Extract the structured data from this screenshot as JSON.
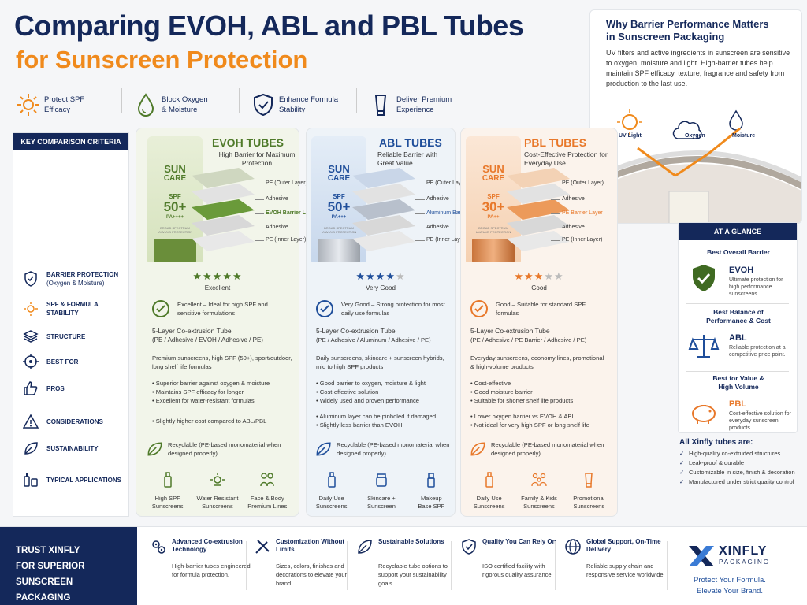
{
  "title_line1": "Comparing EVOH, ABL and PBL Tubes",
  "title_line2": "for Sunscreen Protection",
  "benefits": [
    {
      "icon": "sun-icon",
      "label1": "Protect SPF",
      "label2": "Efficacy"
    },
    {
      "icon": "droplet-icon",
      "label1": "Block Oxygen",
      "label2": "& Moisture"
    },
    {
      "icon": "shield-check-icon",
      "label1": "Enhance Formula",
      "label2": "Stability"
    },
    {
      "icon": "tube-icon",
      "label1": "Deliver Premium",
      "label2": "Experience"
    }
  ],
  "why": {
    "title1": "Why Barrier Performance Matters",
    "title2": "in Sunscreen Packaging",
    "body": "UV filters and active ingredients in sunscreen are sensitive to oxygen, moisture and light. High-barrier tubes help maintain SPF efficacy, texture, fragrance and safety from production to the last use.",
    "threats": [
      "UV Light",
      "Oxygen",
      "Moisture"
    ]
  },
  "criteria_header": "KEY COMPARISON CRITERIA",
  "criteria": [
    {
      "icon": "shield-icon",
      "l1": "BARRIER PROTECTION",
      "l2": "(Oxygen & Moisture)"
    },
    {
      "icon": "sun-icon",
      "l1": "SPF & FORMULA",
      "l2": "STABILITY"
    },
    {
      "icon": "layers-icon",
      "l1": "STRUCTURE",
      "l2": ""
    },
    {
      "icon": "target-icon",
      "l1": "BEST FOR",
      "l2": ""
    },
    {
      "icon": "thumbs-up-icon",
      "l1": "PROS",
      "l2": ""
    },
    {
      "icon": "warning-icon",
      "l1": "CONSIDERATIONS",
      "l2": ""
    },
    {
      "icon": "leaf-icon",
      "l1": "SUSTAINABILITY",
      "l2": ""
    },
    {
      "icon": "bottles-icon",
      "l1": "TYPICAL APPLICATIONS",
      "l2": ""
    }
  ],
  "evoh": {
    "title": "EVOH TUBES",
    "sub": "High Barrier for Maximum Protection",
    "tube_brand1": "SUN",
    "tube_brand2": "CARE",
    "tube_spf": "SPF",
    "tube_num": "50+",
    "tube_pa": "PA++++",
    "tube_small": "BROAD SPECTRUM UVA/UVB PROTECTION",
    "layers": [
      "PE (Outer Layer)",
      "Adhesive",
      "EVOH Barrier Layer",
      "Adhesive",
      "PE (Inner Layer)"
    ],
    "stars": "★★★★★",
    "rating": "Excellent",
    "stability": "Excellent – Ideal for high SPF and sensitive formulations",
    "structure1": "5-Layer Co-extrusion Tube",
    "structure2": "(PE / Adhesive / EVOH / Adhesive / PE)",
    "bestfor": "Premium sunscreens, high SPF (50+), sport/outdoor, long shelf life formulas",
    "pros": [
      "Superior barrier against oxygen & moisture",
      "Maintains SPF efficacy for longer",
      "Excellent for water-resistant formulas"
    ],
    "cons": [
      "Slightly higher cost compared to ABL/PBL"
    ],
    "sustain": "Recyclable (PE-based monomaterial when designed properly)",
    "apps": [
      {
        "icon": "bottle-icon",
        "a": "High SPF",
        "b": "Sunscreens"
      },
      {
        "icon": "sun-drop-icon",
        "a": "Water Resistant",
        "b": "Sunscreens"
      },
      {
        "icon": "face-body-icon",
        "a": "Face & Body",
        "b": "Premium Lines"
      }
    ]
  },
  "abl": {
    "title": "ABL TUBES",
    "sub": "Reliable Barrier with Great Value",
    "tube_brand1": "SUN",
    "tube_brand2": "CARE",
    "tube_spf": "SPF",
    "tube_num": "50+",
    "tube_pa": "PA+++",
    "tube_small": "BROAD SPECTRUM UVA/UVB PROTECTION",
    "layers": [
      "PE (Outer Layer)",
      "Adhesive",
      "Aluminum Barrier Layer",
      "Adhesive",
      "PE (Inner Layer)"
    ],
    "stars_on": "★★★★",
    "stars_off": "★",
    "rating": "Very Good",
    "stability": "Very Good – Strong protection for most daily use formulas",
    "structure1": "5-Layer Co-extrusion Tube",
    "structure2": "(PE / Adhesive / Aluminum / Adhesive / PE)",
    "bestfor": "Daily sunscreens, skincare + sunscreen hybrids, mid to high SPF products",
    "pros": [
      "Good barrier to oxygen, moisture & light",
      "Cost-effective solution",
      "Widely used and proven performance"
    ],
    "cons": [
      "Aluminum layer can be pinholed if damaged",
      "Slightly less barrier than EVOH"
    ],
    "sustain": "Recyclable (PE-based monomaterial when designed properly)",
    "apps": [
      {
        "icon": "bottle-icon",
        "a": "Daily Use",
        "b": "Sunscreens"
      },
      {
        "icon": "jar-icon",
        "a": "Skincare +",
        "b": "Sunscreen"
      },
      {
        "icon": "makeup-icon",
        "a": "Makeup",
        "b": "Base SPF"
      }
    ]
  },
  "pbl": {
    "title": "PBL TUBES",
    "sub": "Cost-Effective Protection for Everyday Use",
    "tube_brand1": "SUN",
    "tube_brand2": "CARE",
    "tube_spf": "SPF",
    "tube_num": "30+",
    "tube_pa": "PA++",
    "tube_small": "BROAD SPECTRUM UVA/UVB PROTECTION",
    "layers": [
      "PE (Outer Layer)",
      "Adhesive",
      "PE Barrier Layer",
      "Adhesive",
      "PE (Inner Layer)"
    ],
    "stars_on": "★★★",
    "stars_off": "★★",
    "rating": "Good",
    "stability": "Good – Suitable for standard SPF formulas",
    "structure1": "5-Layer Co-extrusion Tube",
    "structure2": "(PE / Adhesive / PE Barrier / Adhesive / PE)",
    "bestfor": "Everyday sunscreens, economy lines, promotional & high-volume products",
    "pros": [
      "Cost-effective",
      "Good moisture barrier",
      "Suitable for shorter shelf life products"
    ],
    "cons": [
      "Lower oxygen barrier vs EVOH & ABL",
      "Not ideal for very high SPF or long shelf life"
    ],
    "sustain": "Recyclable (PE-based monomaterial when designed properly)",
    "apps": [
      {
        "icon": "bottle-icon",
        "a": "Daily Use",
        "b": "Sunscreens"
      },
      {
        "icon": "family-icon",
        "a": "Family & Kids",
        "b": "Sunscreens"
      },
      {
        "icon": "tube-icon",
        "a": "Promotional",
        "b": "Sunscreens"
      }
    ]
  },
  "glance": {
    "header": "AT A GLANCE",
    "items": [
      {
        "h1": "Best Overall Barrier",
        "h2": "",
        "name": "EVOH",
        "desc": "Ultimate protection for high performance sunscreens.",
        "icon": "shield-check-icon"
      },
      {
        "h1": "Best Balance of",
        "h2": "Performance & Cost",
        "name": "ABL",
        "desc": "Reliable protection at a competitive price point.",
        "icon": "scale-icon"
      },
      {
        "h1": "Best for Value &",
        "h2": "High Volume",
        "name": "PBL",
        "desc": "Cost-effective solution for everyday sunscreen products.",
        "icon": "piggy-bank-icon"
      }
    ]
  },
  "all": {
    "title": "All Xinfly tubes are:",
    "items": [
      "High-quality co-extruded structures",
      "Leak-proof & durable",
      "Customizable in size, finish & decoration",
      "Manufactured under strict quality control"
    ]
  },
  "footer": {
    "trust1": "TRUST XINFLY",
    "trust2": "FOR SUPERIOR",
    "trust3": "SUNSCREEN PACKAGING",
    "items": [
      {
        "icon": "gears-icon",
        "h": "Advanced Co-extrusion Technology",
        "p": "High-barrier tubes engineered for formula protection."
      },
      {
        "icon": "tools-icon",
        "h": "Customization Without Limits",
        "p": "Sizes, colors, finishes and decorations to elevate your brand."
      },
      {
        "icon": "leaf-icon",
        "h": "Sustainable Solutions",
        "p": "Recyclable tube options to support your sustainability goals."
      },
      {
        "icon": "shield-check-icon",
        "h": "Quality You Can Rely On",
        "p": "ISO certified facility with rigorous quality assurance."
      },
      {
        "icon": "globe-icon",
        "h": "Global Support, On-Time Delivery",
        "p": "Reliable supply chain and responsive service worldwide."
      }
    ],
    "brand": "XINFLY",
    "brand_sub": "PACKAGING",
    "tag1": "Protect Your Formula.",
    "tag2": "Elevate Your Brand."
  },
  "colors": {
    "navy": "#14285a",
    "orange": "#f08a1c",
    "green": "#4f7a2a",
    "blue": "#1f4e9a",
    "peach": "#e8782a"
  }
}
